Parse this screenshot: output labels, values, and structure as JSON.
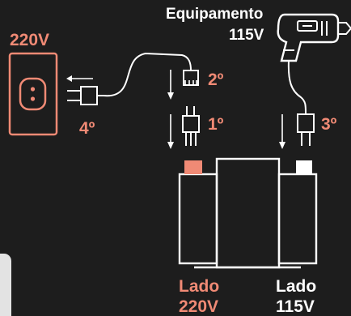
{
  "equipment": {
    "title": "Equipamento",
    "voltage": "115V"
  },
  "outlet": {
    "voltage": "220V"
  },
  "steps": {
    "step1": "1º",
    "step2": "2º",
    "step3": "3º",
    "step4": "4º"
  },
  "sides": {
    "left_title": "Lado",
    "left_voltage": "220V",
    "right_title": "Lado",
    "right_voltage": "115V"
  },
  "colors": {
    "background": "#1d1d1d",
    "accent": "#f08a75",
    "line": "#ffffff"
  }
}
